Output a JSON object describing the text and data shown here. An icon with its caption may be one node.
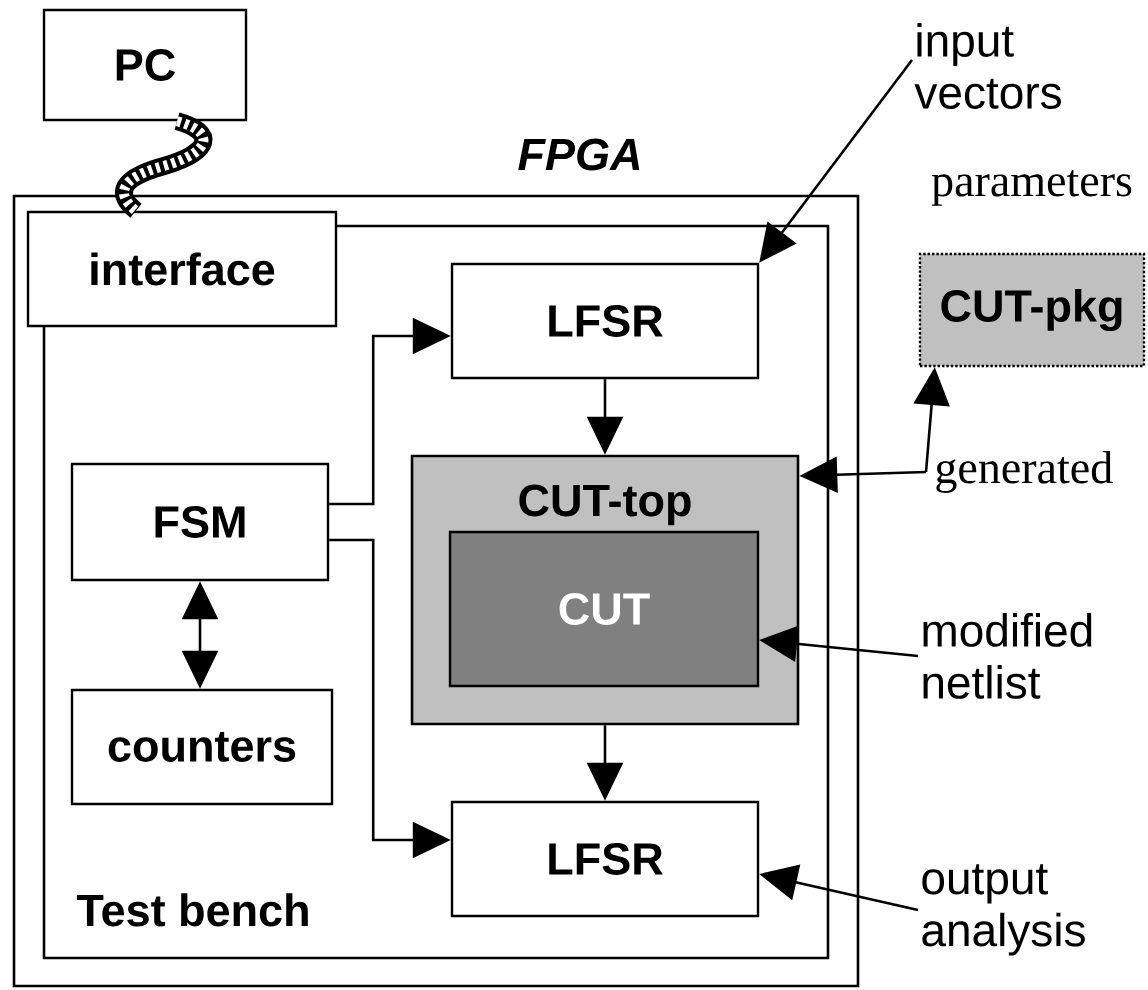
{
  "diagram": {
    "nodes": [
      {
        "text": [
          "PC"
        ]
      },
      {
        "text": [
          "input vectors"
        ]
      },
      {
        "text": [
          "FPGA"
        ]
      },
      {
        "text": [
          "interface"
        ],
        "in": 2
      },
      {
        "text": [
          "Test bench"
        ],
        "in": 2
      },
      {
        "text": [
          "LFSR"
        ],
        "in": 4
      },
      {
        "text": [
          "CUT-pkg"
        ],
        "beside": [
          "parameters"
        ]
      },
      {
        "text": [
          "FSM"
        ],
        "in": 4
      },
      {
        "text": [
          "CUT-top"
        ],
        "in": 4
      },
      {
        "text": [
          "CUT"
        ],
        "in": 8
      },
      {
        "text": [
          "generated"
        ]
      },
      {
        "text": [
          "counters"
        ],
        "in": 4
      },
      {
        "text": [
          "modified netlist"
        ]
      },
      {
        "text": [
          "LFSR"
        ],
        "in": 4
      },
      {
        "text": [
          "output analysis"
        ]
      }
    ],
    "edges": [
      {
        "from": 0,
        "to": 3,
        "arrow": "none",
        "style": "thick"
      },
      {
        "from": 1,
        "to": 5,
        "arrow": "to"
      },
      {
        "from": 7,
        "to": 5,
        "arrow": "to"
      },
      {
        "from": 7,
        "to": 13,
        "arrow": "to"
      },
      {
        "from": 7,
        "to": 11,
        "arrow": "both"
      },
      {
        "from": 5,
        "to": 8,
        "arrow": "to"
      },
      {
        "from": 8,
        "to": 13,
        "arrow": "to"
      },
      {
        "from": 10,
        "to": 8,
        "arrow": "to"
      },
      {
        "from": 10,
        "to": 6,
        "arrow": "to"
      },
      {
        "from": 12,
        "to": 9,
        "arrow": "to"
      },
      {
        "from": 14,
        "to": 13,
        "arrow": "to"
      }
    ]
  }
}
